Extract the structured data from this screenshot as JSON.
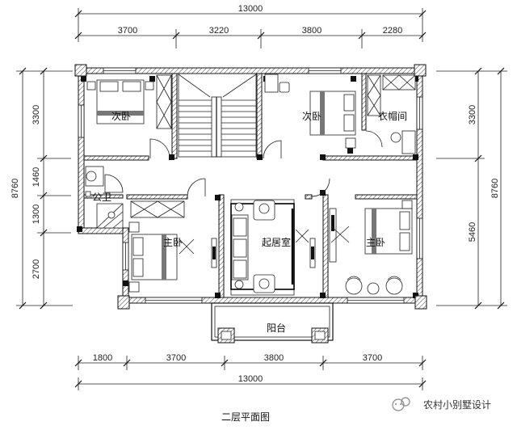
{
  "dimensions": {
    "top_total": "13000",
    "top_segments": [
      "3700",
      "3220",
      "3800",
      "2280"
    ],
    "bottom_segments": [
      "1800",
      "3700",
      "3800",
      "3700"
    ],
    "bottom_total": "13000",
    "left_total": "8760",
    "left_segments": [
      "3300",
      "1460",
      "1300",
      "2700"
    ],
    "right_total": "8760",
    "right_segments": [
      "3300",
      "5460"
    ]
  },
  "rooms": {
    "secondary_bedroom_1": "次卧",
    "secondary_bedroom_2": "次卧",
    "cloakroom": "衣帽间",
    "public_bath": "公卫",
    "master_bedroom_1": "主卧",
    "living_room": "起居室",
    "master_bedroom_2": "主卧",
    "balcony": "阳台"
  },
  "title": "二层平面图",
  "watermark": "农村小别墅设计"
}
